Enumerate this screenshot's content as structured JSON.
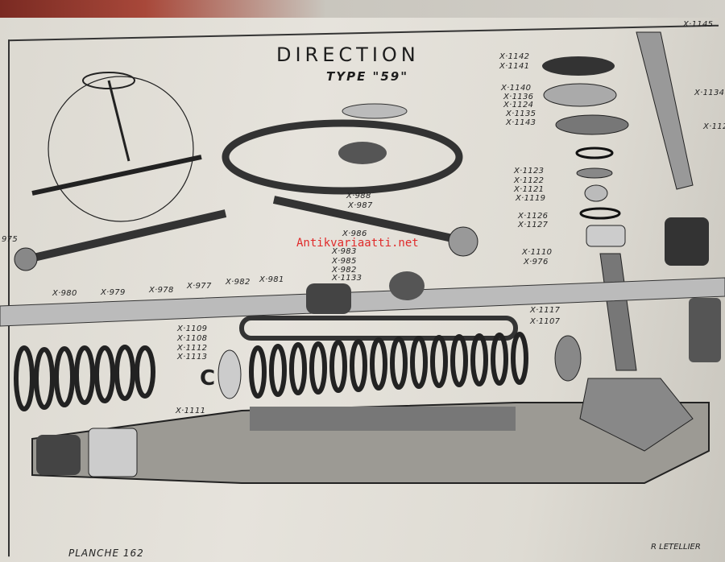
{
  "title": "DIRECTION",
  "subtitle": "TYPE \"59\"",
  "watermark": "Antikvariaatti.net",
  "footer": {
    "plate": "PLANCHE 162",
    "author": "R LETELLIER"
  },
  "labels": [
    "X·1145",
    "X·1142",
    "X·1141",
    "X·1140",
    "X·1136",
    "X·1124",
    "X·1135",
    "X·1143",
    "X·1134",
    "X·112",
    "X·1123",
    "X·1122",
    "X·1121",
    "X·1119",
    "X·1126",
    "X·1127",
    "X·1110",
    "X·976",
    "X·988",
    "X·987",
    "X·986",
    "X·983",
    "X·985",
    "X·982",
    "X·1133",
    "975",
    "X·980",
    "X·979",
    "X·978",
    "X·977",
    "X·982",
    "X·981",
    "X·1117",
    "X·1107",
    "X·1109",
    "X·1108",
    "X·1112",
    "X·1113",
    "X·1111"
  ]
}
